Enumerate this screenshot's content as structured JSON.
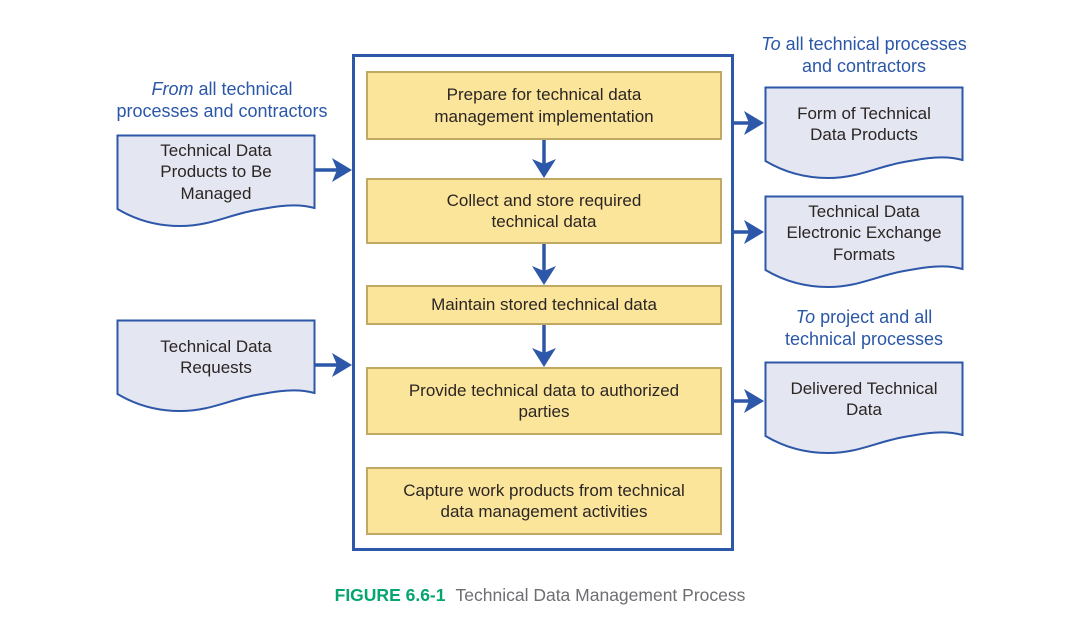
{
  "diagram": {
    "process_boxes": [
      {
        "text": "Prepare for technical data\nmanagement implementation"
      },
      {
        "text": "Collect and store required\ntechnical data"
      },
      {
        "text": "Maintain stored technical data"
      },
      {
        "text": "Provide technical data to authorized\nparties"
      },
      {
        "text": "Capture work products from technical\ndata management activities"
      }
    ],
    "inputs": [
      {
        "label": {
          "line1_italic": "From",
          "line1_rest": " all technical",
          "line2": "processes and contractors"
        },
        "text": "Technical Data\nProducts to Be\nManaged"
      },
      {
        "text": "Technical Data\nRequests"
      }
    ],
    "outputs": [
      {
        "label": {
          "line1_italic": "To",
          "line1_rest": " all technical processes",
          "line2": "and contractors"
        },
        "text": "Form of Technical\nData Products"
      },
      {
        "text": "Technical Data\nElectronic Exchange\nFormats"
      },
      {
        "label": {
          "line1_italic": "To",
          "line1_rest": " project and all",
          "line2": "technical processes"
        },
        "text": "Delivered Technical\nData"
      }
    ],
    "caption": {
      "figure_label": "FIGURE 6.6-1",
      "figure_title": "Technical Data Management Process"
    },
    "colors": {
      "accent_blue": "#2d57a8",
      "process_box_fill": "#fbe59b",
      "process_box_border": "#c2a963",
      "document_fill": "#e4e6f2",
      "caption_green": "#04a56f",
      "caption_gray": "#6d6e71",
      "text_dark": "#2b2523"
    }
  }
}
